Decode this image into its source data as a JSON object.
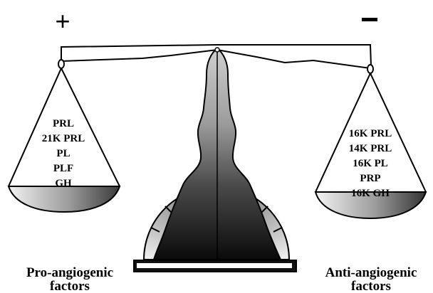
{
  "left_pan": {
    "sign": "+",
    "items": [
      "PRL",
      "21K PRL",
      "PL",
      "PLF",
      "GH"
    ],
    "caption_line1": "Pro-angiogenic",
    "caption_line2": "factors"
  },
  "right_pan": {
    "sign": "−",
    "items": [
      "16K PRL",
      "14K PRL",
      "16K PL",
      "PRP",
      "16K GH"
    ],
    "caption_line1": "Anti-angiogenic",
    "caption_line2": "factors"
  }
}
